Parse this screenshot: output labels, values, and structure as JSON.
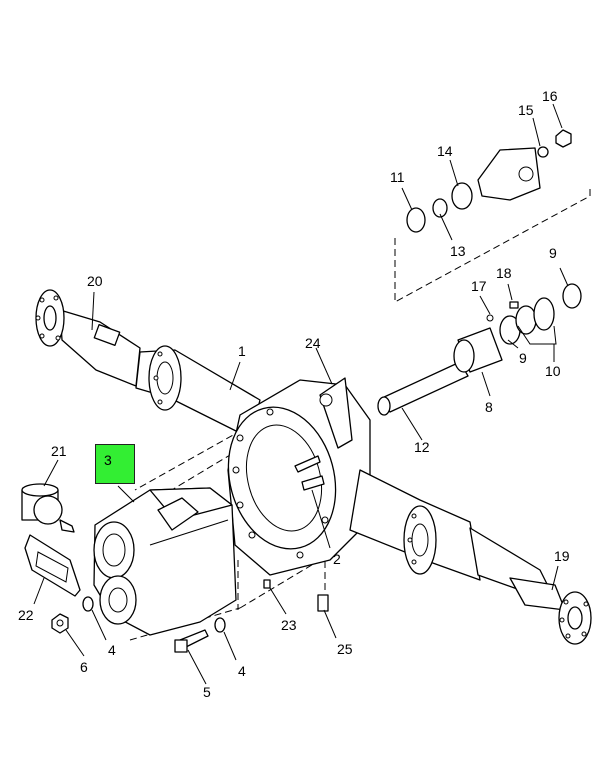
{
  "diagram": {
    "highlight_color": "#33ee33",
    "highlighted_part": "3",
    "callouts": [
      {
        "id": "c1",
        "label": "1"
      },
      {
        "id": "c2",
        "label": "2"
      },
      {
        "id": "c3",
        "label": "3"
      },
      {
        "id": "c4a",
        "label": "4"
      },
      {
        "id": "c4b",
        "label": "4"
      },
      {
        "id": "c5",
        "label": "5"
      },
      {
        "id": "c6",
        "label": "6"
      },
      {
        "id": "c8",
        "label": "8"
      },
      {
        "id": "c9a",
        "label": "9"
      },
      {
        "id": "c9b",
        "label": "9"
      },
      {
        "id": "c10",
        "label": "10"
      },
      {
        "id": "c11",
        "label": "11"
      },
      {
        "id": "c12",
        "label": "12"
      },
      {
        "id": "c13",
        "label": "13"
      },
      {
        "id": "c14",
        "label": "14"
      },
      {
        "id": "c15",
        "label": "15"
      },
      {
        "id": "c16",
        "label": "16"
      },
      {
        "id": "c17",
        "label": "17"
      },
      {
        "id": "c18",
        "label": "18"
      },
      {
        "id": "c19",
        "label": "19"
      },
      {
        "id": "c20",
        "label": "20"
      },
      {
        "id": "c21",
        "label": "21"
      },
      {
        "id": "c22",
        "label": "22"
      },
      {
        "id": "c23",
        "label": "23"
      },
      {
        "id": "c24",
        "label": "24"
      },
      {
        "id": "c25",
        "label": "25"
      }
    ]
  }
}
